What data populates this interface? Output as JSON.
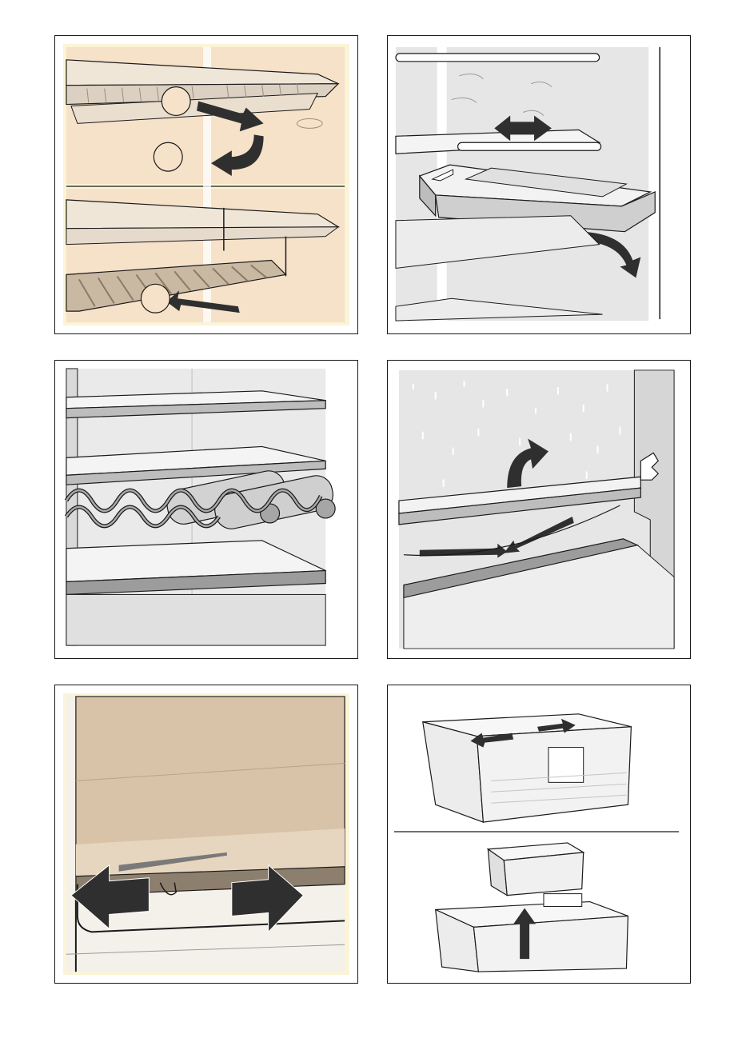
{
  "panels": [
    {
      "id": "shelf-repositioning",
      "callouts": [
        "",
        "",
        ""
      ]
    },
    {
      "id": "sliding-shelf-drawer"
    },
    {
      "id": "bottle-rack"
    },
    {
      "id": "drain-channel-cleaning"
    },
    {
      "id": "glass-plate-sliding"
    },
    {
      "id": "crisper-drawer-dividers"
    }
  ],
  "colors": {
    "outline": "#1a1a1a",
    "warm_background": "#f6e1c9",
    "cream_border": "#fbf4d6",
    "tan_panel": "#d8c3a8",
    "gray_interior": "#e6e6e6",
    "dark_arrow": "#2f2f2f"
  }
}
